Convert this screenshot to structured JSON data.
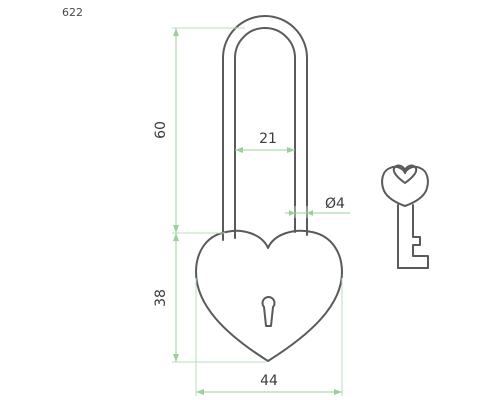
{
  "model_number": "622",
  "dimensions": {
    "shackle_height": "60",
    "shackle_inner_width": "21",
    "shackle_diameter": "Ø4",
    "body_height": "38",
    "body_width": "44"
  },
  "colors": {
    "outline": "#5a5a5a",
    "dimension_lines": "#9ccf9c",
    "text": "#3c3c3c"
  }
}
